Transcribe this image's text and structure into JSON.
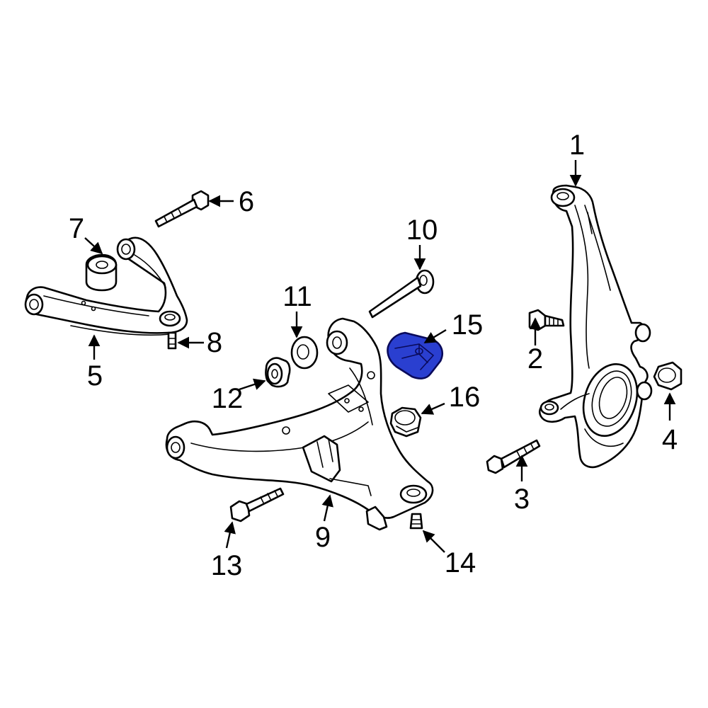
{
  "callouts": {
    "c1": "1",
    "c2": "2",
    "c3": "3",
    "c4": "4",
    "c5": "5",
    "c6": "6",
    "c7": "7",
    "c8": "8",
    "c9": "9",
    "c10": "10",
    "c11": "11",
    "c12": "12",
    "c13": "13",
    "c14": "14",
    "c15": "15",
    "c16": "16"
  },
  "colors": {
    "highlight": "#2a3fd0",
    "line": "#000000",
    "background": "#ffffff"
  },
  "highlighted_part": "15"
}
